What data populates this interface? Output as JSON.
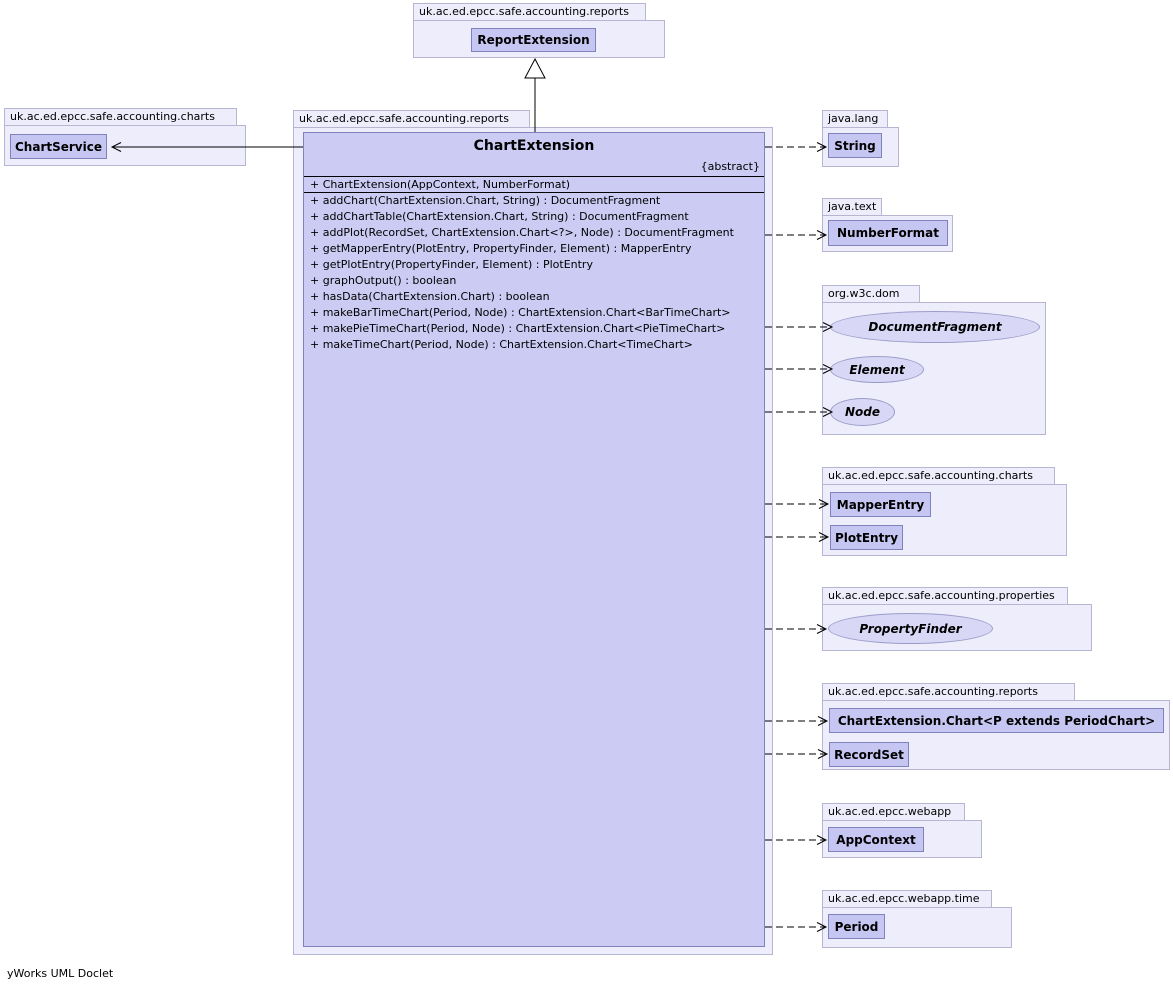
{
  "diagram": {
    "footer": "yWorks UML Doclet",
    "colors": {
      "package_fill": "#ededfb",
      "package_border": "#b6b6d2",
      "class_fill": "#c6c6f2",
      "class_border": "#8181bb",
      "interface_fill": "#d8d8f6",
      "main_class_fill": "#cbcbf4",
      "line": "#000000"
    },
    "packages": {
      "reports_top": {
        "label": "uk.ac.ed.epcc.safe.accounting.reports",
        "class": "ReportExtension"
      },
      "charts_left": {
        "label": "uk.ac.ed.epcc.safe.accounting.charts",
        "class": "ChartService"
      },
      "reports_main": {
        "label": "uk.ac.ed.epcc.safe.accounting.reports",
        "class_name": "ChartExtension",
        "stereotype": "{abstract}",
        "constructor": "+ ChartExtension(AppContext, NumberFormat)",
        "methods": [
          "+ addChart(ChartExtension.Chart, String) : DocumentFragment",
          "+ addChartTable(ChartExtension.Chart, String) : DocumentFragment",
          "+ addPlot(RecordSet, ChartExtension.Chart<?>, Node) : DocumentFragment",
          "+ getMapperEntry(PlotEntry, PropertyFinder, Element) : MapperEntry",
          "+ getPlotEntry(PropertyFinder, Element) : PlotEntry",
          "+ graphOutput() : boolean",
          "+ hasData(ChartExtension.Chart) : boolean",
          "+ makeBarTimeChart(Period, Node) : ChartExtension.Chart<BarTimeChart>",
          "+ makePieTimeChart(Period, Node) : ChartExtension.Chart<PieTimeChart>",
          "+ makeTimeChart(Period, Node) : ChartExtension.Chart<TimeChart>"
        ]
      },
      "java_lang": {
        "label": "java.lang",
        "class": "String"
      },
      "java_text": {
        "label": "java.text",
        "class": "NumberFormat"
      },
      "org_w3c_dom": {
        "label": "org.w3c.dom",
        "interfaces": [
          "DocumentFragment",
          "Element",
          "Node"
        ]
      },
      "charts_right": {
        "label": "uk.ac.ed.epcc.safe.accounting.charts",
        "classes": [
          "MapperEntry",
          "PlotEntry"
        ]
      },
      "properties_right": {
        "label": "uk.ac.ed.epcc.safe.accounting.properties",
        "interface": "PropertyFinder"
      },
      "reports_right": {
        "label": "uk.ac.ed.epcc.safe.accounting.reports",
        "classes": [
          "ChartExtension.Chart<P extends PeriodChart>",
          "RecordSet"
        ]
      },
      "webapp": {
        "label": "uk.ac.ed.epcc.webapp",
        "class": "AppContext"
      },
      "webapp_time": {
        "label": "uk.ac.ed.epcc.webapp.time",
        "class": "Period"
      }
    }
  }
}
